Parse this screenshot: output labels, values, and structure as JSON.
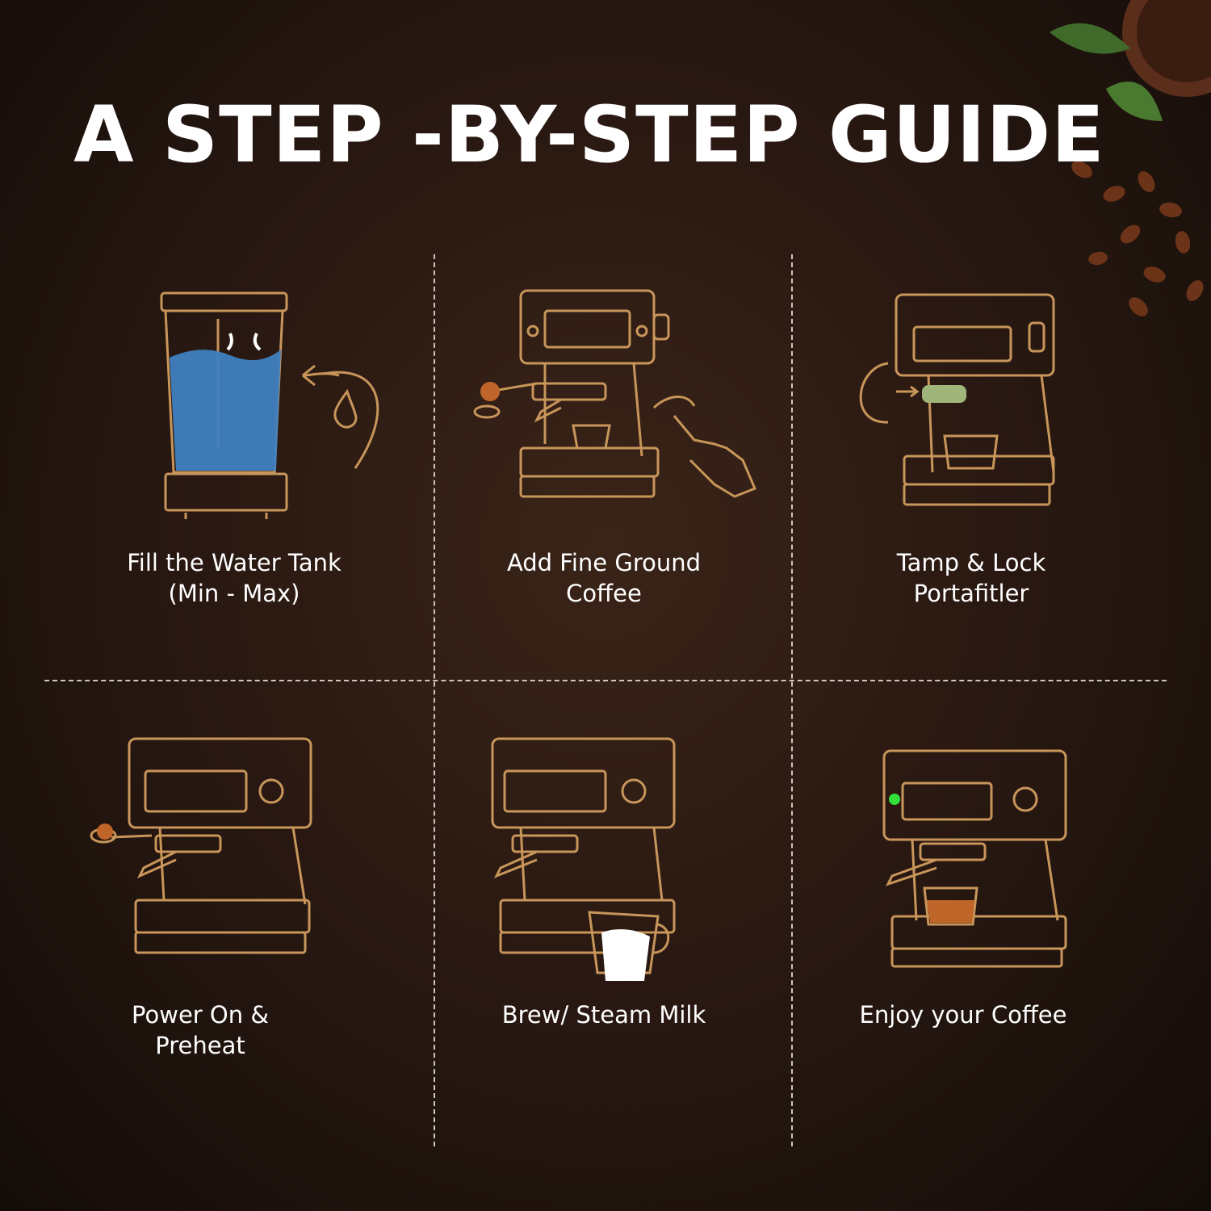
{
  "title": "A STEP -BY-STEP GUIDE",
  "colors": {
    "background": "#2a1912",
    "line_art": "#c8955a",
    "water": "#3f7fc0",
    "coffee": "#c0652a",
    "filter_green": "#9fb57a",
    "milk": "#ffffff",
    "power_led": "#33e03a"
  },
  "steps": [
    {
      "line1": "Fill the Water Tank",
      "line2": "(Min - Max)",
      "icon": "water-tank-icon"
    },
    {
      "line1": "Add Fine Ground",
      "line2": "Coffee",
      "icon": "coffee-scoop-icon"
    },
    {
      "line1": "Tamp & Lock",
      "line2": "Portafitler",
      "icon": "portafilter-icon"
    },
    {
      "line1": "Power On &",
      "line2": "Preheat",
      "icon": "power-icon"
    },
    {
      "line1": "Brew/ Steam Milk",
      "line2": "",
      "icon": "milk-pitcher-icon"
    },
    {
      "line1": "Enjoy your Coffee",
      "line2": "",
      "icon": "coffee-cup-icon"
    }
  ]
}
